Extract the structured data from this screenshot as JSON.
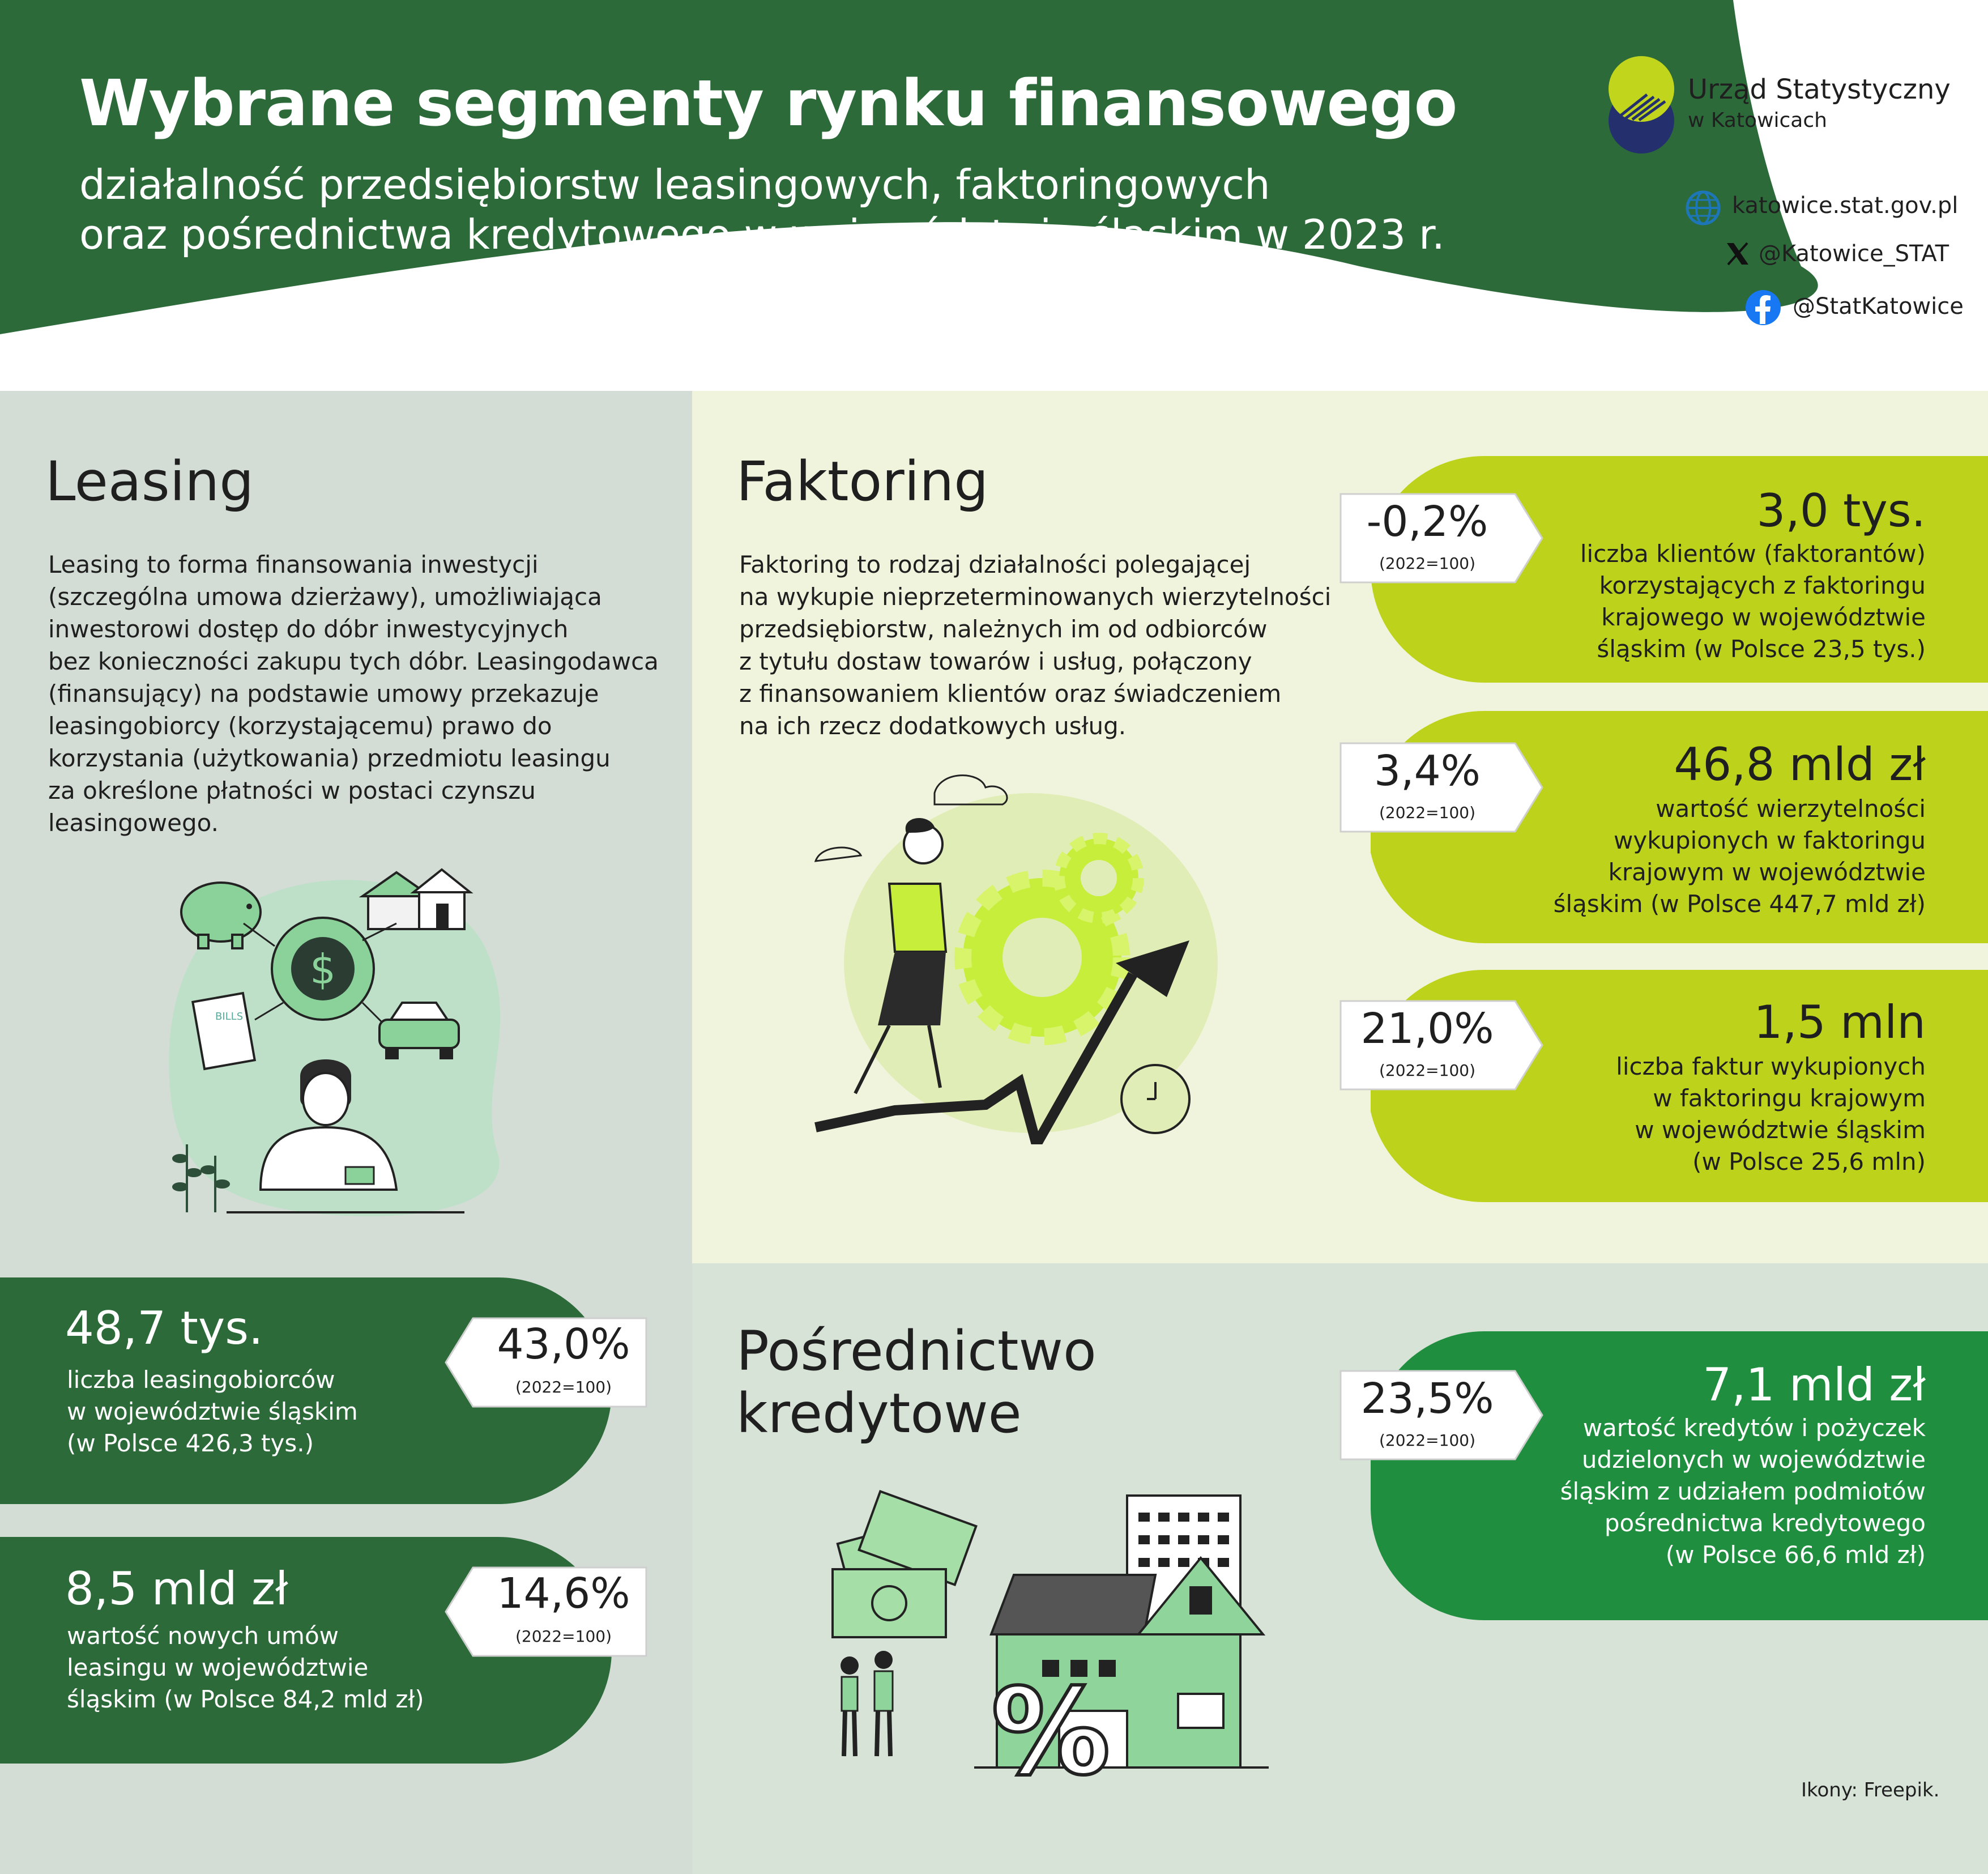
{
  "header": {
    "title": "Wybrane segmenty rynku finansowego",
    "subtitle_line1": "działalność przedsiębiorstw leasingowych, faktoringowych",
    "subtitle_line2": "oraz pośrednictwa kredytowego w województwie śląskim w 2023 r.",
    "logo_line1": "Urząd Statystyczny",
    "logo_line2": "w Katowicach",
    "website": "katowice.stat.gov.pl",
    "x_handle": "@Katowice_STAT",
    "facebook_handle": "@StatKatowice",
    "colors": {
      "brand_green": "#2d6a3a",
      "lime": "#c1d51c",
      "navy": "#24306e"
    }
  },
  "leasing": {
    "title": "Leasing",
    "description": [
      "Leasing to forma finansowania inwestycji",
      "(szczególna umowa dzierżawy), umożliwiająca",
      "inwestorowi dostęp do dóbr inwestycyjnych",
      "bez konieczności zakupu tych dóbr. Leasingodawca",
      "(finansujący) na podstawie umowy przekazuje",
      "leasingobiorcy (korzystającemu) prawo do",
      "korzystania (użytkowania) przedmiotu leasingu",
      "za określone płatności w postaci czynszu",
      "leasingowego."
    ],
    "illustration_label": "BILLS",
    "stats": [
      {
        "value": "48,7 tys.",
        "desc": [
          "liczba leasingobiorców",
          "w województwie śląskim",
          "(w Polsce 426,3 tys.)"
        ],
        "change": "43,0%",
        "base": "(2022=100)"
      },
      {
        "value": "8,5 mld zł",
        "desc": [
          "wartość nowych umów",
          "leasingu w województwie",
          "śląskim (w Polsce 84,2 mld zł)"
        ],
        "change": "14,6%",
        "base": "(2022=100)"
      }
    ]
  },
  "faktoring": {
    "title": "Faktoring",
    "description": [
      "Faktoring to rodzaj działalności polegającej",
      "na wykupie nieprzeterminowanych wierzytelności",
      "przedsiębiorstw, należnych im od odbiorców",
      "z tytułu dostaw towarów i usług, połączony",
      "z finansowaniem klientów oraz świadczeniem",
      "na ich rzecz dodatkowych usług."
    ],
    "stats": [
      {
        "value": "3,0 tys.",
        "desc": [
          "liczba klientów (faktorantów)",
          "korzystających z faktoringu",
          "krajowego w województwie",
          "śląskim (w Polsce 23,5 tys.)"
        ],
        "change": "-0,2%",
        "base": "(2022=100)"
      },
      {
        "value": "46,8 mld zł",
        "desc": [
          "wartość wierzytelności",
          "wykupionych w faktoringu",
          "krajowym w województwie",
          "śląskim (w Polsce 447,7 mld zł)"
        ],
        "change": "3,4%",
        "base": "(2022=100)"
      },
      {
        "value": "1,5 mln",
        "desc": [
          "liczba faktur wykupionych",
          "w faktoringu krajowym",
          "w województwie śląskim",
          "(w Polsce 25,6 mln)"
        ],
        "change": "21,0%",
        "base": "(2022=100)"
      }
    ]
  },
  "posrednictwo": {
    "title_line1": "Pośrednictwo",
    "title_line2": "kredytowe",
    "illustration_label": "%",
    "stat": {
      "value": "7,1 mld zł",
      "desc": [
        "wartość kredytów i pożyczek",
        "udzielonych w województwie",
        "śląskim z udziałem podmiotów",
        "pośrednictwa kredytowego",
        "(w Polsce 66,6 mld zł)"
      ],
      "change": "23,5%",
      "base": "(2022=100)"
    }
  },
  "credits": "Ikony: Freepik."
}
